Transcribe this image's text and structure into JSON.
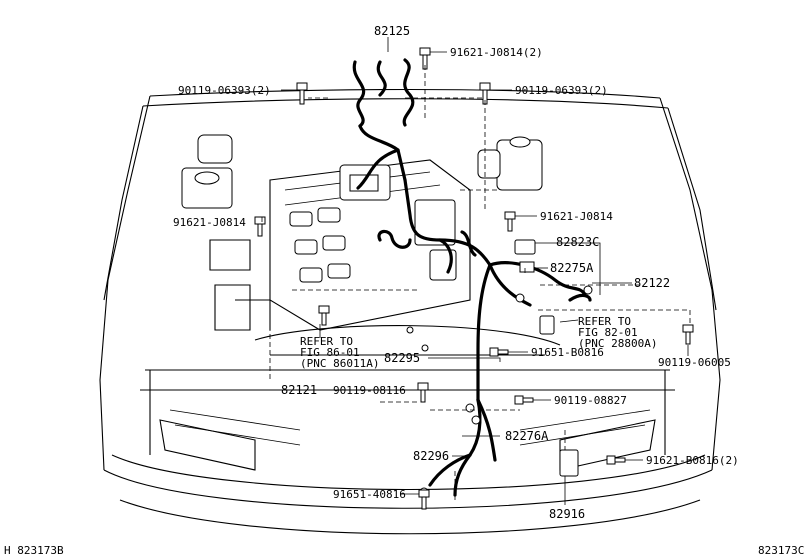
{
  "callouts": {
    "p82125": "82125",
    "p91621_j0814_2": "91621-J0814(2)",
    "p90119_06393_left": "90119-06393(2)",
    "p90119_06393_right": "90119-06393(2)",
    "p91621_j0814_right": "91621-J0814",
    "p91621_j0814_left": "91621-J0814",
    "p82823c": "82823C",
    "p82275a": "82275A",
    "p82122": "82122",
    "p90119_06005": "90119-06005",
    "p91651_b0816": "91651-B0816",
    "p82295": "82295",
    "p82121": "82121",
    "p90119_08116": "90119-08116",
    "p90119_08827": "90119-08827",
    "p82276a": "82276A",
    "p82296": "82296",
    "p91621_b0816_2": "91621-B0816(2)",
    "p91651_40816": "91651-40816",
    "p82916": "82916"
  },
  "refer_left": {
    "line1": "REFER TO",
    "line2": "FIG 86-01",
    "line3": "(PNC 86011A)"
  },
  "refer_right": {
    "line1": "REFER TO",
    "line2": "FIG 82-01",
    "line3": "(PNC 28800A)"
  },
  "footer": {
    "left_id": "H 823173B",
    "right_id": "823173C"
  }
}
